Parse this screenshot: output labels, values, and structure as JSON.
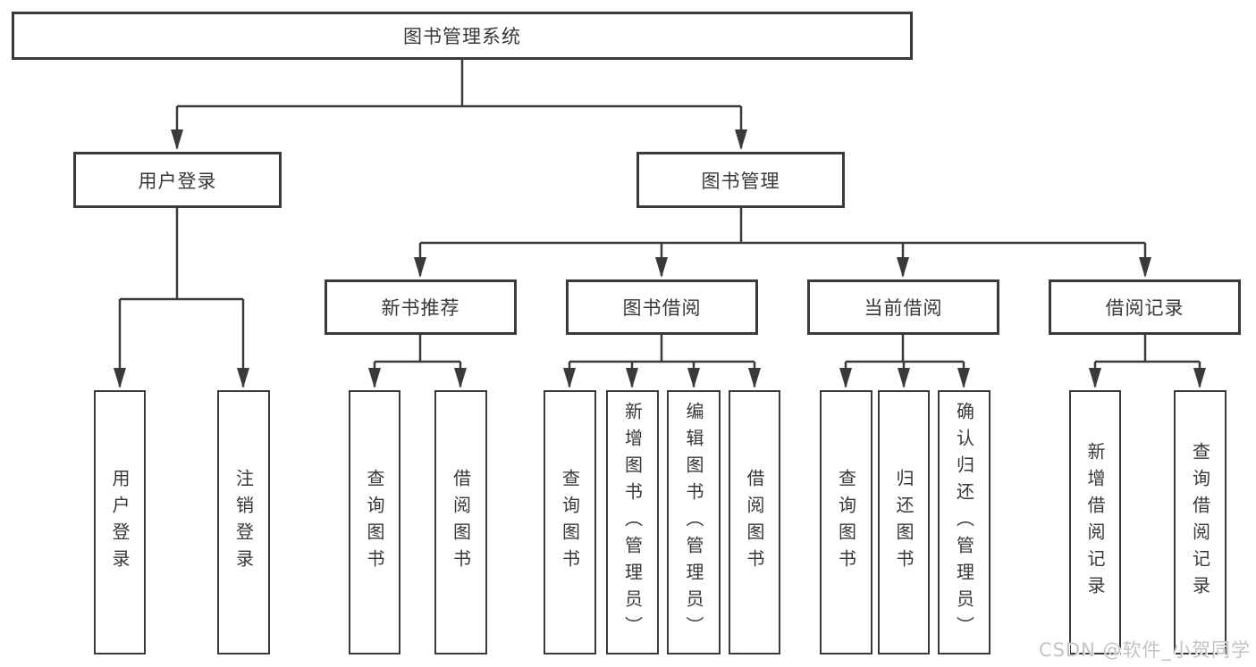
{
  "diagram": {
    "title": "图书管理系统",
    "colors": {
      "line": "#3a3a3a",
      "text": "#383838",
      "box_background": "#ffffff",
      "watermark": "#c3c3c3"
    },
    "nodes": {
      "root": {
        "label": "图书管理系统"
      },
      "user_login": {
        "label": "用户登录"
      },
      "book_management": {
        "label": "图书管理"
      },
      "new_book_recommendation": {
        "label": "新书推荐"
      },
      "book_borrowing": {
        "label": "图书借阅"
      },
      "current_borrowing": {
        "label": "当前借阅"
      },
      "borrowing_records": {
        "label": "借阅记录"
      },
      "leaves": [
        "用户登录",
        "注销登录",
        "查询图书",
        "借阅图书",
        "查询图书",
        "新增图书（管理员）",
        "编辑图书（管理员）",
        "借阅图书",
        "查询图书",
        "归还图书",
        "确认归还（管理员）",
        "新增借阅记录",
        "查询借阅记录"
      ]
    },
    "watermark": "CSDN @软件_小贺同学"
  }
}
